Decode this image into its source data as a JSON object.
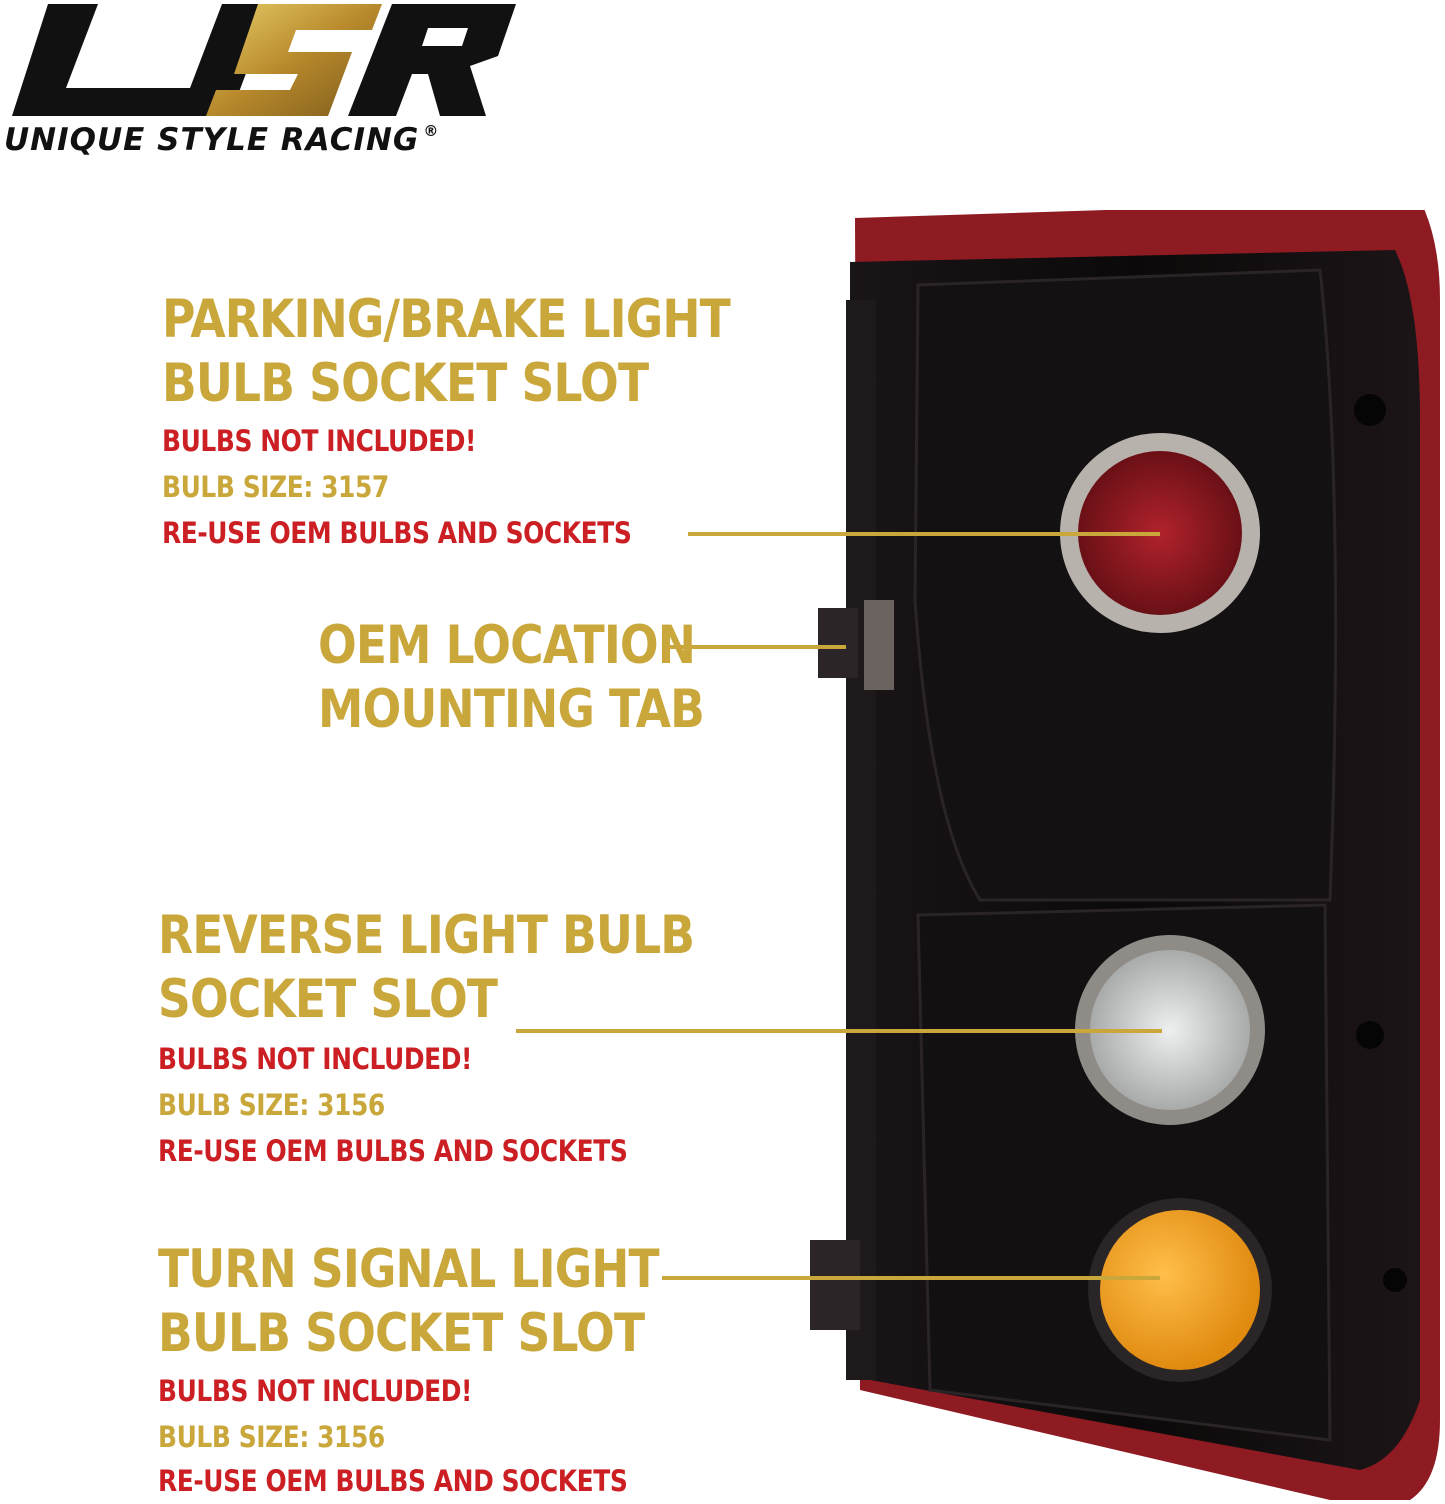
{
  "brand": {
    "tagline": "UNIQUE STYLE RACING",
    "registered": "®",
    "colors": {
      "black": "#111111",
      "gold": "#c9a73a"
    }
  },
  "callouts": [
    {
      "heading": [
        "PARKING/BRAKE LIGHT",
        "BULB SOCKET SLOT"
      ],
      "notice": "BULBS NOT INCLUDED!",
      "bulb_size": "BULB SIZE: 3157",
      "reuse": "RE-USE OEM BULBS AND SOCKETS"
    },
    {
      "heading": [
        "OEM LOCATION",
        "MOUNTING TAB"
      ]
    },
    {
      "heading": [
        "REVERSE LIGHT BULB",
        "SOCKET SLOT"
      ],
      "notice": "BULBS NOT INCLUDED!",
      "bulb_size": "BULB SIZE: 3156",
      "reuse": "RE-USE OEM BULBS AND SOCKETS"
    },
    {
      "heading": [
        "TURN SIGNAL LIGHT",
        "BULB SOCKET SLOT"
      ],
      "notice": "BULBS NOT INCLUDED!",
      "bulb_size": "BULB SIZE: 3156",
      "reuse": "RE-USE OEM BULBS AND SOCKETS"
    }
  ],
  "colors": {
    "heading": "#c9a73a",
    "warning": "#cc1f24",
    "housing": "#0e0b0c",
    "lens_red": "#8e1a22",
    "lens_amber": "#f0a21c",
    "lens_clear": "#d6d8d8"
  }
}
